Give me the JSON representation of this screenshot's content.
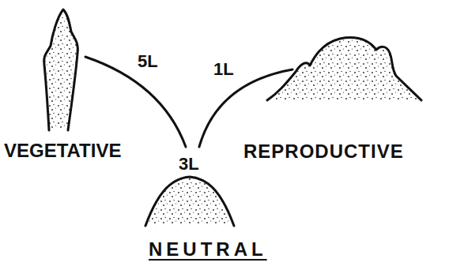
{
  "diagram": {
    "nodes": [
      {
        "text": [
          "VEGETATIVE"
        ]
      },
      {
        "text": [
          "NEUTRAL"
        ]
      },
      {
        "text": [
          "REPRODUCTIVE"
        ]
      }
    ],
    "edges": [
      {
        "from": 0,
        "to": 1,
        "label": "5L",
        "arrow": "none"
      },
      {
        "from": 1,
        "to": 2,
        "label": "1L",
        "arrow": "none"
      }
    ],
    "labels": [
      "3L"
    ]
  }
}
